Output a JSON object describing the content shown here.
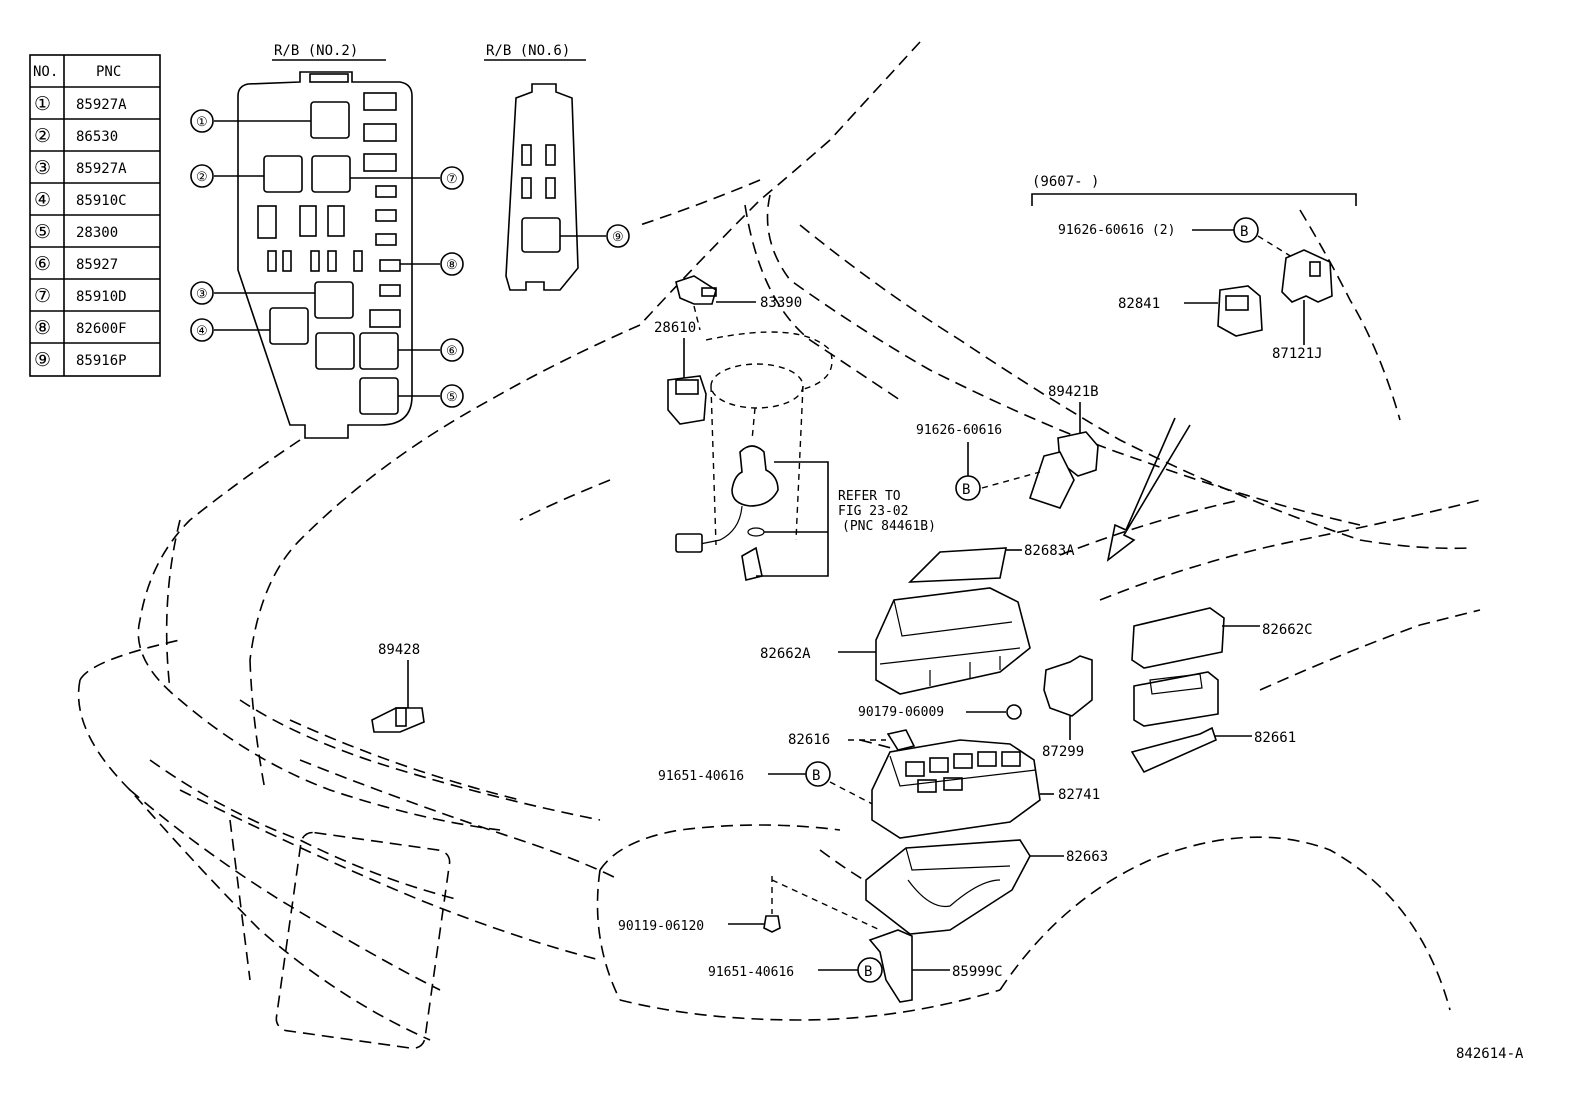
{
  "table": {
    "header": {
      "no": "NO.",
      "pnc": "PNC"
    },
    "rows": [
      {
        "no": "①",
        "pnc": "85927A"
      },
      {
        "no": "②",
        "pnc": "86530"
      },
      {
        "no": "③",
        "pnc": "85927A"
      },
      {
        "no": "④",
        "pnc": "85910C"
      },
      {
        "no": "⑤",
        "pnc": "28300"
      },
      {
        "no": "⑥",
        "pnc": "85927"
      },
      {
        "no": "⑦",
        "pnc": "85910D"
      },
      {
        "no": "⑧",
        "pnc": "82600F"
      },
      {
        "no": "⑨",
        "pnc": "85916P"
      }
    ]
  },
  "rb2": {
    "title": "R/B (NO.2)",
    "callouts": [
      "①",
      "②",
      "③",
      "④",
      "⑤",
      "⑥",
      "⑦",
      "⑧"
    ]
  },
  "rb6": {
    "title": "R/B (NO.6)",
    "callouts": [
      "⑨"
    ]
  },
  "bracket": {
    "label": "(9607-     )"
  },
  "marker": "B",
  "refer": {
    "line1": "REFER TO",
    "line2": "FIG 23-02",
    "line3": "(PNC 84461B)"
  },
  "parts": {
    "p83390": "83390",
    "p28610": "28610",
    "p89428": "89428",
    "p91626_2": "91626-60616 (2)",
    "p82841": "82841",
    "p87121J": "87121J",
    "p89421B": "89421B",
    "p91626": "91626-60616",
    "p82683A": "82683A",
    "p82662A": "82662A",
    "p82662C": "82662C",
    "p90179": "90179-06009",
    "p87299": "87299",
    "p82616": "82616",
    "p82661": "82661",
    "p91651a": "91651-40616",
    "p82741": "82741",
    "p82663": "82663",
    "p90119": "90119-06120",
    "p91651b": "91651-40616",
    "p85999C": "85999C"
  },
  "figure_id": "842614-A"
}
